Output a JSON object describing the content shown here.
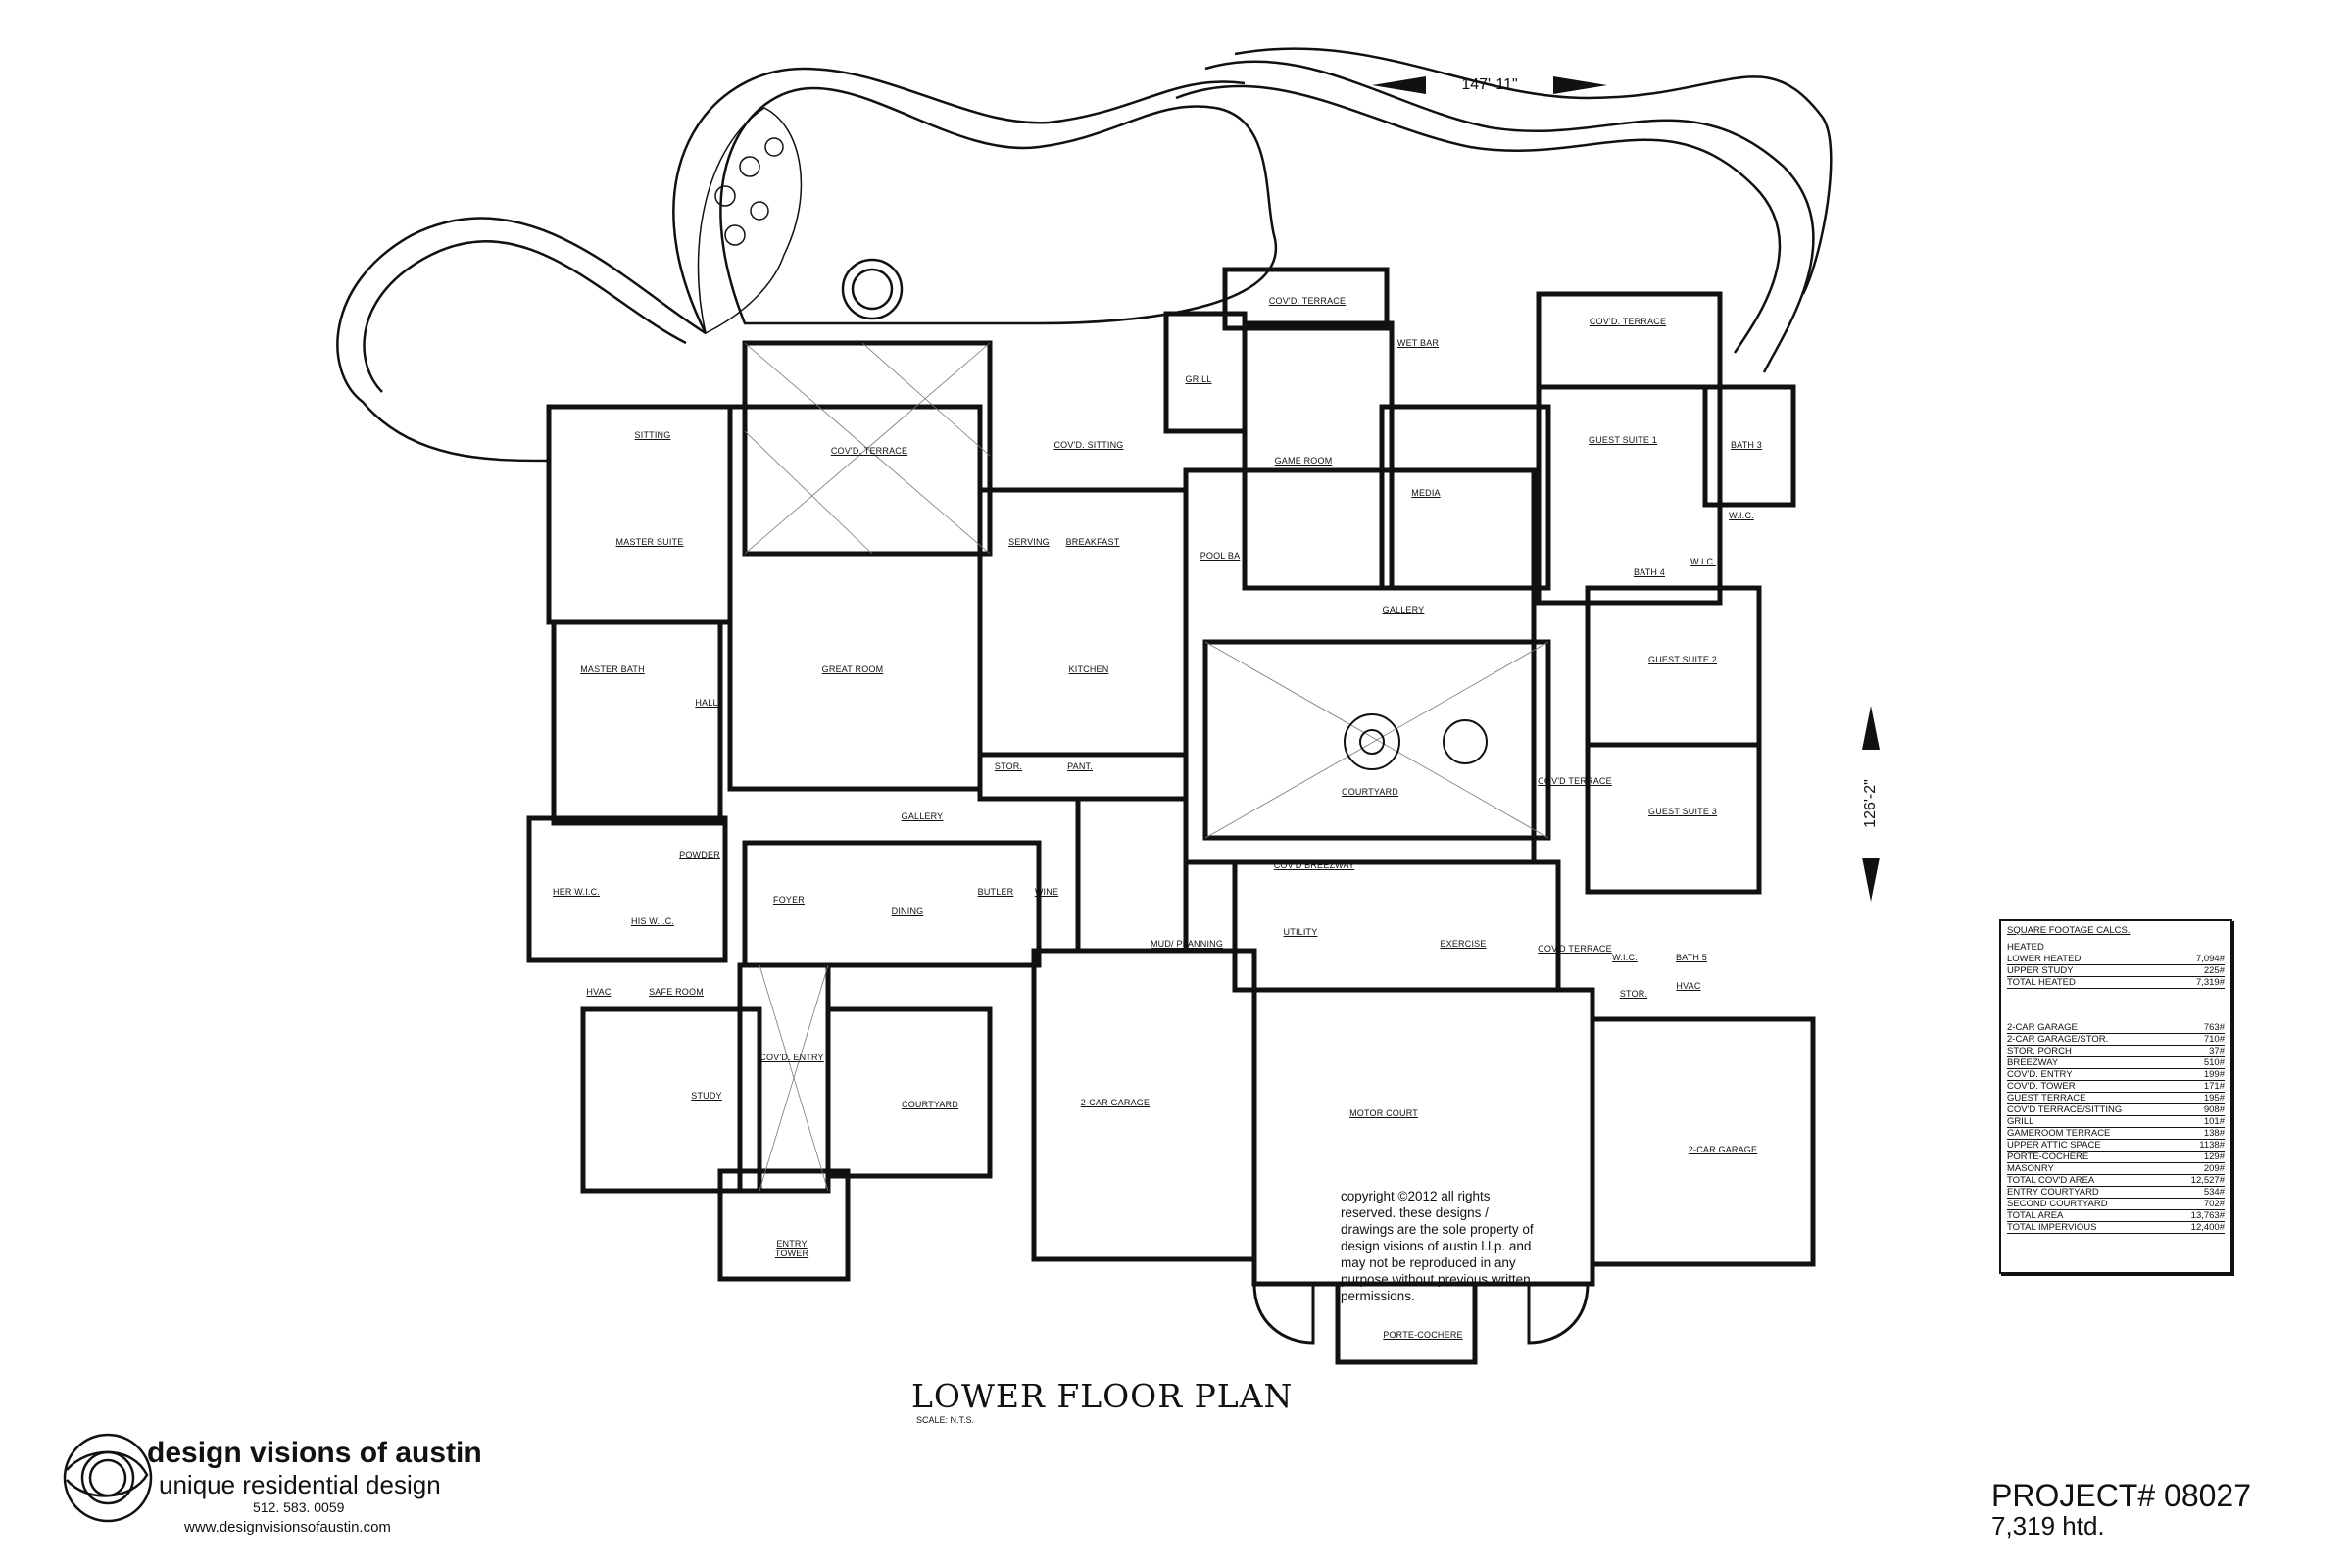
{
  "drawing": {
    "title": "LOWER FLOOR PLAN",
    "scale": "SCALE: N.T.S.",
    "width_dimension": "147'-11\"",
    "depth_dimension": "126'-2\"",
    "copyright": "copyright ©2012 all rights reserved. these designs / drawings are the sole property of design visions of austin l.l.p. and may not be reproduced in any purpose without previous written permissions."
  },
  "rooms": [
    "SITTING",
    "COV'D. TERRACE",
    "COV'D. SITTING",
    "GRILL",
    "COV'D. TERRACE",
    "WET BAR",
    "COV'D. TERRACE",
    "GUEST SUITE 1",
    "BATH 3",
    "W.I.C.",
    "MASTER SUITE",
    "SERVING",
    "BREAKFAST",
    "POOL BA",
    "GAME ROOM",
    "MEDIA",
    "BATH 4",
    "W.I.C.",
    "GALLERY",
    "MASTER BATH",
    "GREAT ROOM",
    "KITCHEN",
    "HALL",
    "GUEST SUITE 2",
    "COURTYARD",
    "COV'D TERRACE",
    "STOR.",
    "PANT.",
    "GUEST SUITE 3",
    "GALLERY",
    "POWDER",
    "FOYER",
    "DINING",
    "BUTLER",
    "WINE",
    "COV'D BREEZWAY",
    "HER W.I.C.",
    "HIS W.I.C.",
    "MUD/ PLANNING",
    "UTILITY",
    "EXERCISE",
    "COV'D TERRACE",
    "W.I.C.",
    "BATH 5",
    "HVAC",
    "SAFE ROOM",
    "STOR.",
    "HVAC",
    "STUDY",
    "COV'D. ENTRY",
    "COURTYARD",
    "2-CAR GARAGE",
    "MOTOR COURT",
    "2-CAR GARAGE",
    "ENTRY TOWER",
    "PORTE-COCHERE"
  ],
  "square_footage": {
    "title": "SQUARE FOOTAGE CALCS.",
    "heated_label": "HEATED",
    "heated": [
      {
        "label": "LOWER HEATED",
        "value": "7,094#"
      },
      {
        "label": "UPPER STUDY",
        "value": "225#"
      },
      {
        "label": "TOTAL HEATED",
        "value": "7,319#"
      }
    ],
    "other": [
      {
        "label": "2-CAR GARAGE",
        "value": "763#"
      },
      {
        "label": "2-CAR GARAGE/STOR.",
        "value": "710#"
      },
      {
        "label": "STOR. PORCH",
        "value": "37#"
      },
      {
        "label": "BREEZWAY",
        "value": "510#"
      },
      {
        "label": "COV'D. ENTRY",
        "value": "199#"
      },
      {
        "label": "COV'D. TOWER",
        "value": "171#"
      },
      {
        "label": "GUEST TERRACE",
        "value": "195#"
      },
      {
        "label": "COV'D TERRACE/SITTING",
        "value": "908#"
      },
      {
        "label": "GRILL",
        "value": "101#"
      },
      {
        "label": "GAMEROOM TERRACE",
        "value": "138#"
      },
      {
        "label": "UPPER ATTIC SPACE",
        "value": "1138#"
      },
      {
        "label": "PORTE-COCHERE",
        "value": "129#"
      },
      {
        "label": "MASONRY",
        "value": "209#"
      },
      {
        "label": "TOTAL COV'D AREA",
        "value": "12,527#"
      },
      {
        "label": "ENTRY COURTYARD",
        "value": "534#"
      },
      {
        "label": "SECOND COURTYARD",
        "value": "702#"
      },
      {
        "label": "TOTAL  AREA",
        "value": "13,763#"
      },
      {
        "label": "TOTAL IMPERVIOUS",
        "value": "12,400#"
      }
    ]
  },
  "firm": {
    "name": "design visions of austin",
    "tagline": "unique residential design",
    "phone": "512. 583. 0059",
    "website": "www.designvisionsofaustin.com"
  },
  "project": {
    "number": "PROJECT# 08027",
    "heated": "7,319 htd."
  }
}
